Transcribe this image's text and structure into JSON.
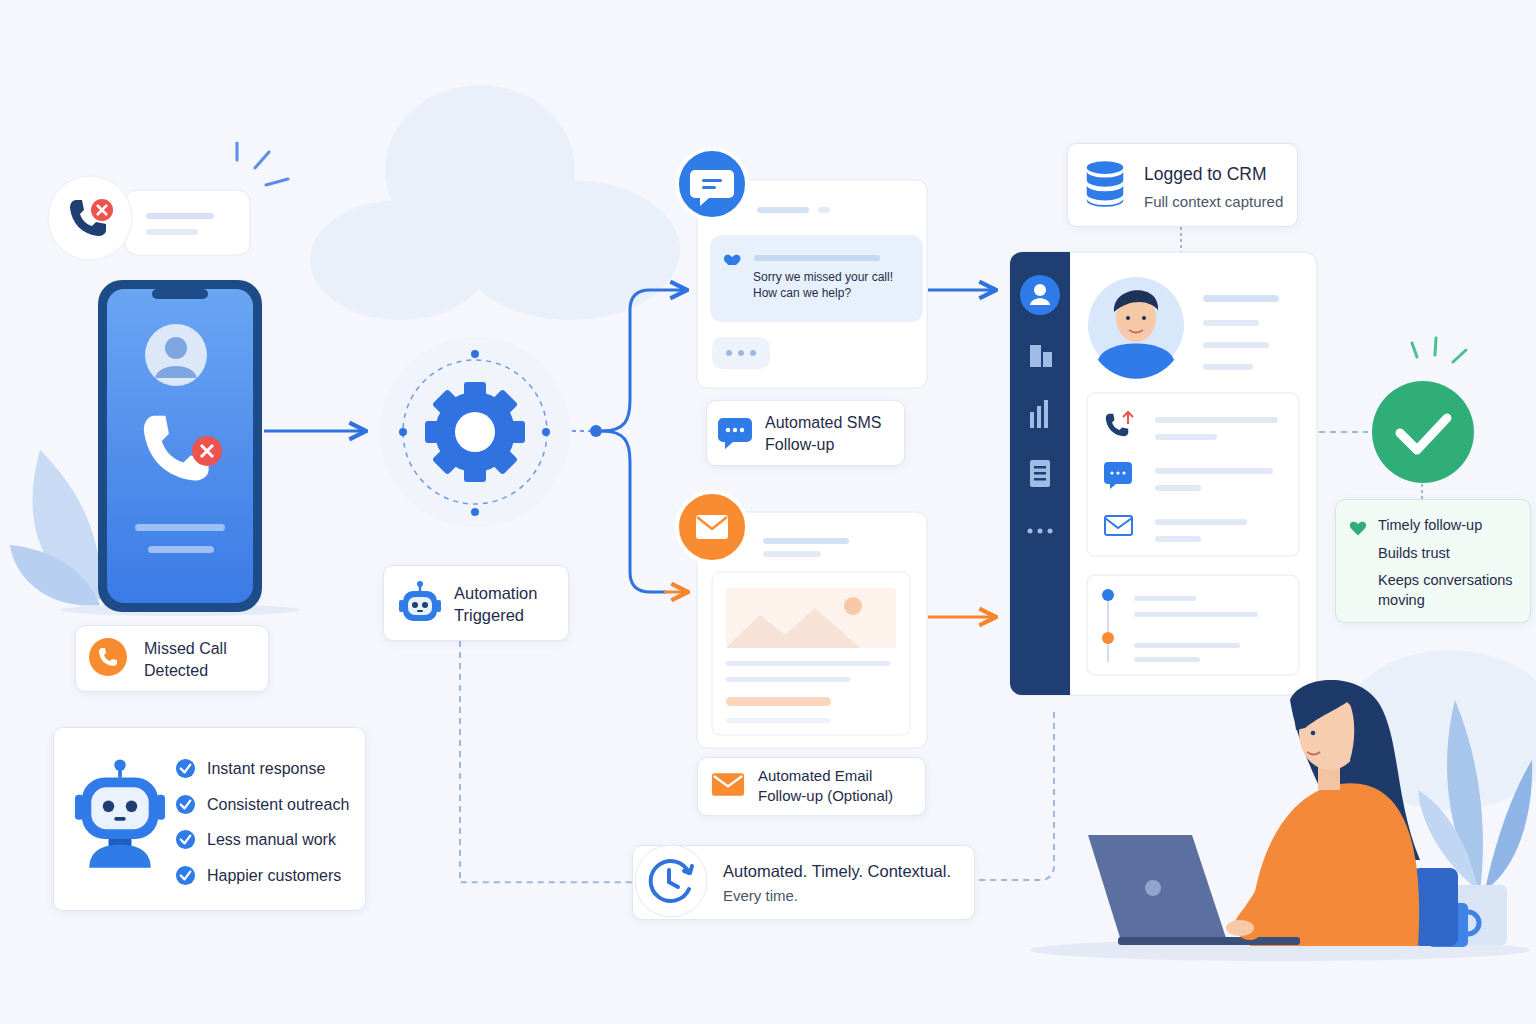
{
  "diagram": {
    "nodes": [
      {
        "text": [
          "Missed Call Detected"
        ]
      },
      {
        "text": [
          "Instant response",
          "Consistent outreach",
          "Less manual work",
          "Happier customers"
        ]
      },
      {
        "text": [
          "Automation Triggered"
        ]
      },
      {
        "text": [
          "Sorry we missed your call! How can we help?"
        ]
      },
      {
        "text": [
          "Automated SMS Follow-up"
        ]
      },
      {
        "text": [
          "Automated Email Follow-up (Optional)"
        ]
      },
      {
        "text": [
          "Automated. Timely. Contextual.",
          "Every time."
        ]
      },
      {
        "text": [
          "Logged to CRM",
          "Full context captured"
        ]
      },
      {
        "text": [
          "Timely follow-up",
          "Builds trust",
          "Keeps conversations moving"
        ]
      }
    ],
    "edges": [
      {
        "from": 2,
        "to": 6,
        "arrow": "none"
      }
    ]
  }
}
